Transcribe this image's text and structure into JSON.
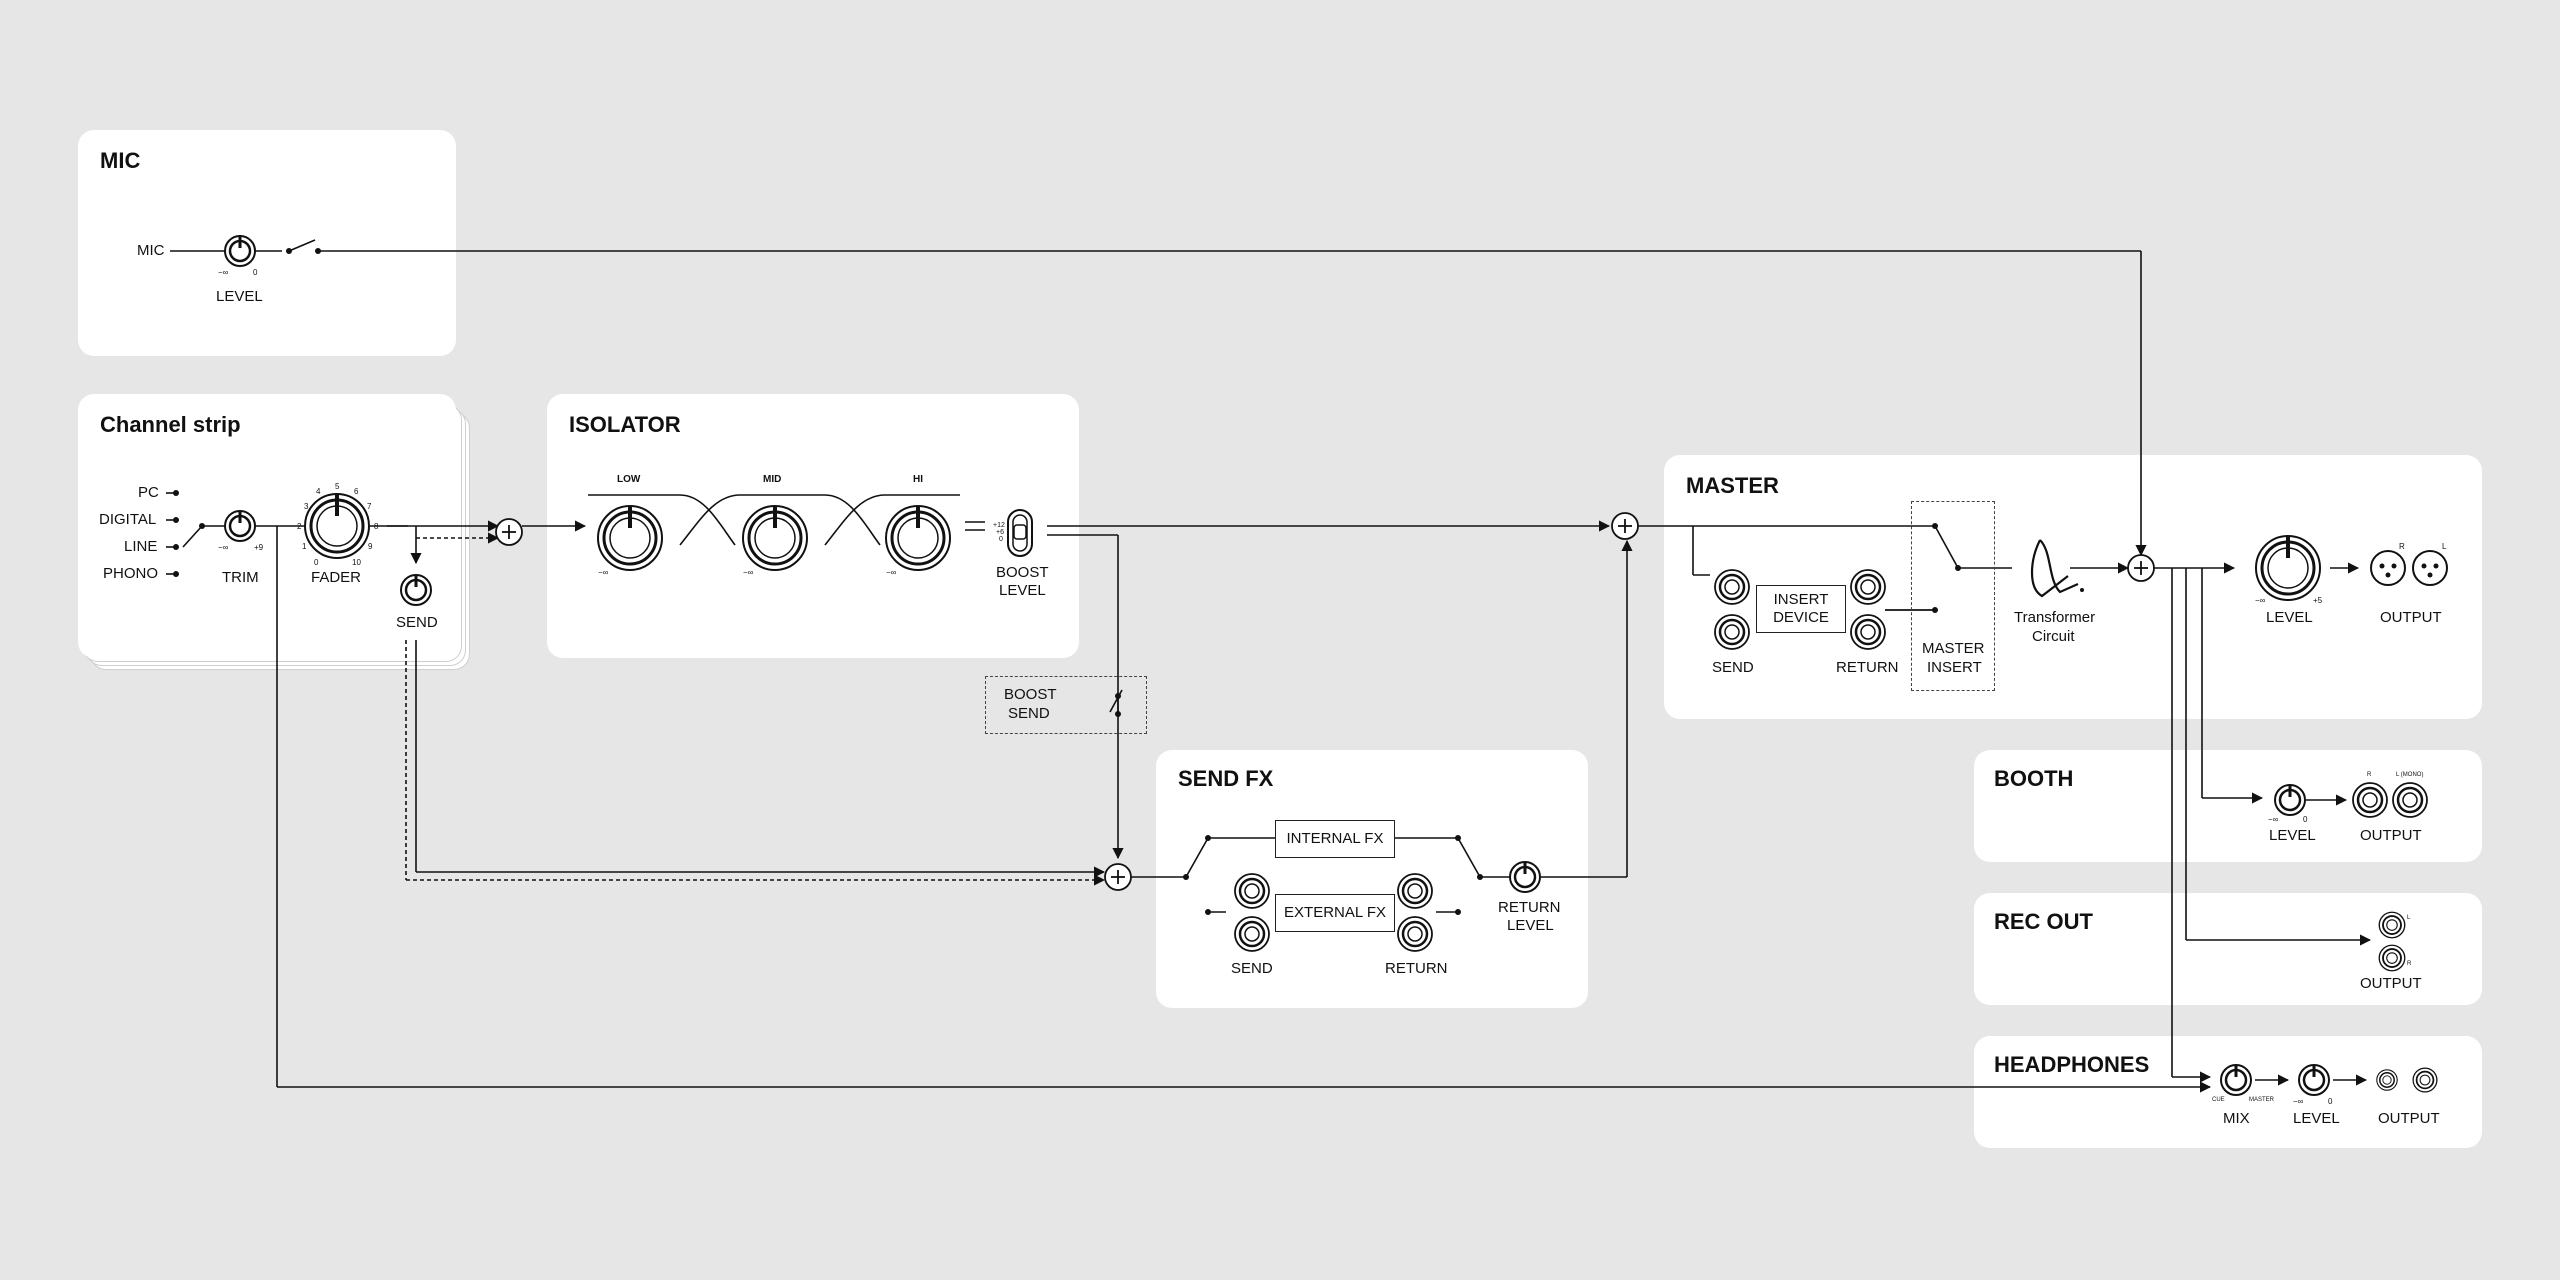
{
  "panels": {
    "mic": "MIC",
    "channel": "Channel strip",
    "isolator": "ISOLATOR",
    "master": "MASTER",
    "sendfx": "SEND FX",
    "booth": "BOOTH",
    "recout": "REC OUT",
    "headphones": "HEADPHONES"
  },
  "mic": {
    "input": "MIC",
    "level": "LEVEL",
    "knob_min": "−∞",
    "knob_max": "0"
  },
  "channel": {
    "inputs": [
      "PC",
      "DIGITAL",
      "LINE",
      "PHONO"
    ],
    "trim": "TRIM",
    "trim_min": "−∞",
    "trim_max": "+9",
    "fader": "FADER",
    "fader_scale": [
      "0",
      "1",
      "2",
      "3",
      "4",
      "5",
      "6",
      "7",
      "8",
      "9",
      "10"
    ],
    "send": "SEND"
  },
  "isolator": {
    "bands": [
      "LOW",
      "MID",
      "HI"
    ],
    "knob_min": "−∞",
    "boost_level": [
      "BOOST",
      "LEVEL"
    ],
    "boost_scale": [
      "+12",
      "+6",
      "0"
    ]
  },
  "boost_send": [
    "BOOST",
    "SEND"
  ],
  "sendfx": {
    "internal": "INTERNAL FX",
    "external": "EXTERNAL FX",
    "send": "SEND",
    "return": "RETURN",
    "return_level": [
      "RETURN",
      "LEVEL"
    ]
  },
  "master": {
    "send": "SEND",
    "return": "RETURN",
    "insert_device": [
      "INSERT",
      "DEVICE"
    ],
    "master_insert": [
      "MASTER",
      "INSERT"
    ],
    "transformer": [
      "Transformer",
      "Circuit"
    ],
    "level": "LEVEL",
    "level_min": "−∞",
    "level_max": "+5",
    "output": "OUTPUT",
    "xlr_r": "R",
    "xlr_l": "L"
  },
  "booth": {
    "level": "LEVEL",
    "level_min": "−∞",
    "level_max": "0",
    "output": "OUTPUT",
    "jack_r": "R",
    "jack_l": "L (MONO)"
  },
  "recout": {
    "output": "OUTPUT",
    "rca_l": "L",
    "rca_r": "R"
  },
  "headphones": {
    "mix": "MIX",
    "cue": "CUE",
    "master": "MASTER",
    "level": "LEVEL",
    "level_min": "−∞",
    "level_max": "0",
    "output": "OUTPUT"
  }
}
